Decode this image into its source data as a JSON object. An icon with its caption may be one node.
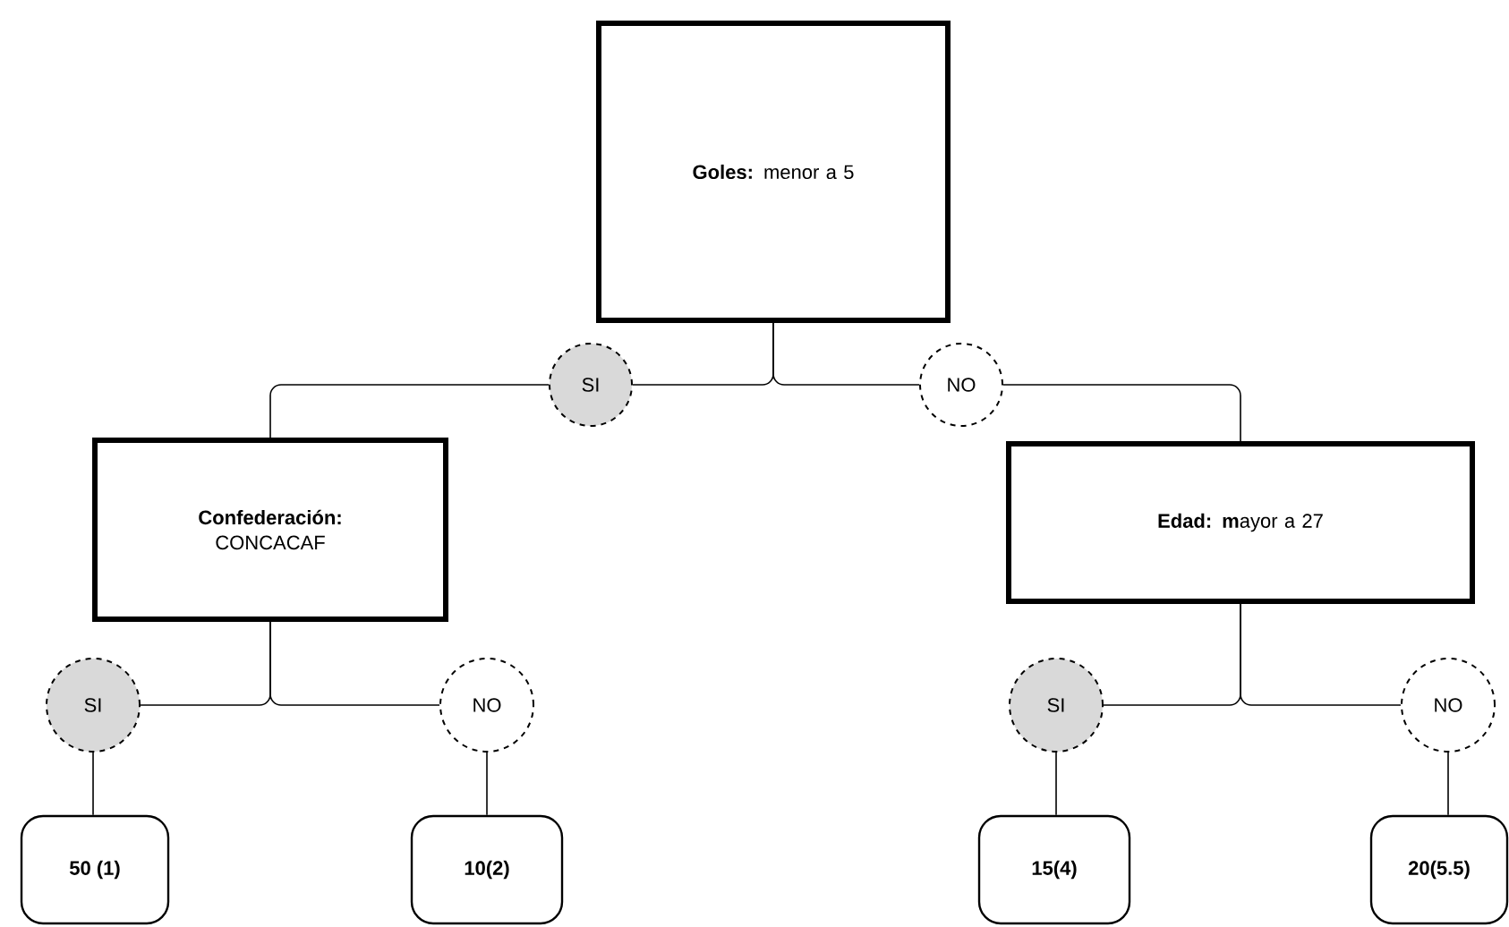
{
  "diagram": {
    "nodes": [
      {
        "text": [
          "**Goles:** menor a 5"
        ]
      },
      {
        "text": [
          "SI"
        ]
      },
      {
        "text": [
          "NO"
        ]
      },
      {
        "text": [
          "**Confederación:** CONCACAF"
        ]
      },
      {
        "text": [
          "**Edad: m**ayor a 27"
        ]
      },
      {
        "text": [
          "SI"
        ]
      },
      {
        "text": [
          "NO"
        ]
      },
      {
        "text": [
          "SI"
        ]
      },
      {
        "text": [
          "NO"
        ]
      },
      {
        "text": [
          "50 (1)"
        ]
      },
      {
        "text": [
          "10(2)"
        ]
      },
      {
        "text": [
          "15(4)"
        ]
      },
      {
        "text": [
          "20(5.5)"
        ]
      }
    ],
    "edges": [
      {
        "from": 0,
        "to": 1,
        "arrow": "none"
      },
      {
        "from": 1,
        "to": 3,
        "arrow": "none"
      },
      {
        "from": 0,
        "to": 2,
        "arrow": "none"
      },
      {
        "from": 2,
        "to": 4,
        "arrow": "none"
      },
      {
        "from": 3,
        "to": 5,
        "arrow": "none"
      },
      {
        "from": 5,
        "to": 9,
        "arrow": "none"
      },
      {
        "from": 3,
        "to": 6,
        "arrow": "none"
      },
      {
        "from": 6,
        "to": 10,
        "arrow": "none"
      },
      {
        "from": 4,
        "to": 7,
        "arrow": "none"
      },
      {
        "from": 7,
        "to": 11,
        "arrow": "none"
      },
      {
        "from": 4,
        "to": 8,
        "arrow": "none"
      },
      {
        "from": 8,
        "to": 12,
        "arrow": "none"
      }
    ]
  }
}
